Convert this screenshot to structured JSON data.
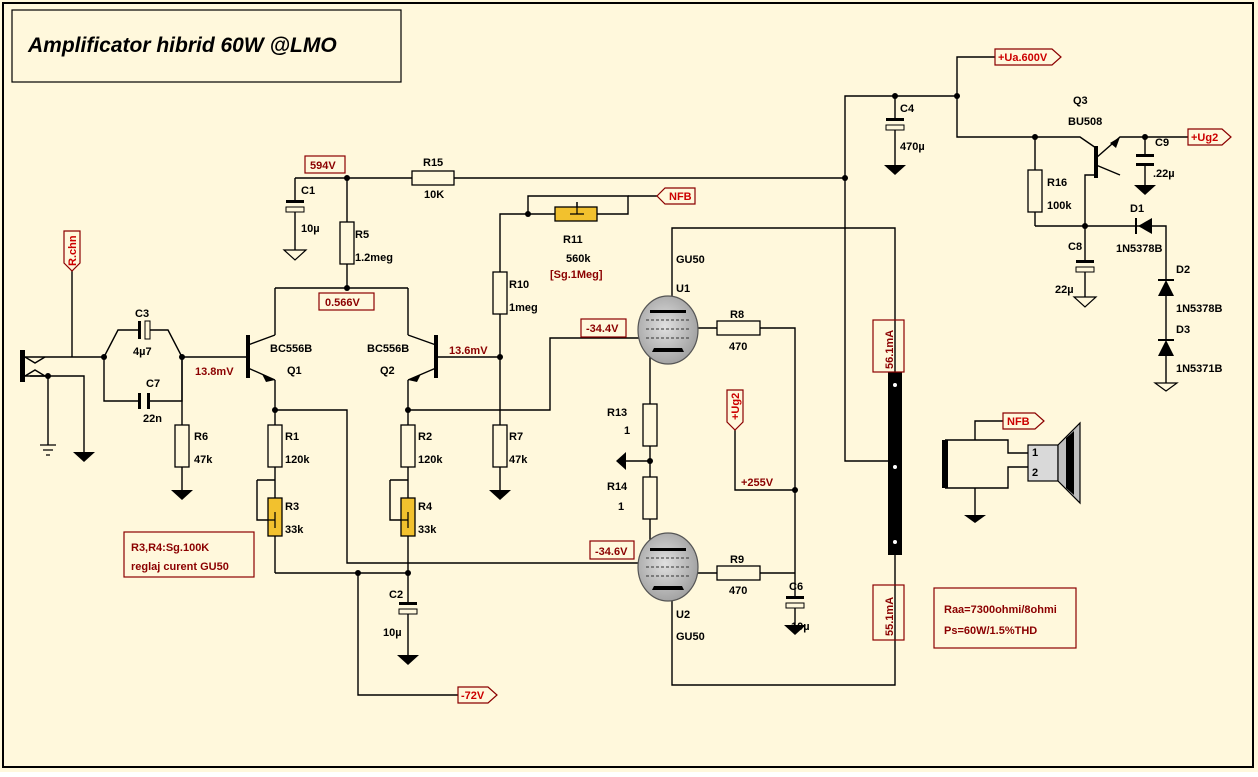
{
  "title": "Amplificator hibrid 60W  @LMO",
  "colors": {
    "background": "#fff8dc",
    "wire": "#000000",
    "label_box": "#8b0000",
    "tag_text": "#cc0000",
    "trimmer": "#f2c12e",
    "tube": "#c9c9c9"
  },
  "net_tags": {
    "ua": "+Ua.600V",
    "ug2_right": "+Ug2",
    "ug2_mid": "+Ug2",
    "nfb_top": "NFB",
    "nfb_spk": "NFB",
    "neg72": "-72V",
    "rchn": "R.chn"
  },
  "voltages": {
    "v594": "594V",
    "v0566": "0.566V",
    "vq1b": "13.8mV",
    "vq2b": "13.6mV",
    "vg1": "-34.4V",
    "vg2": "-34.6V",
    "vug2": "+255V"
  },
  "currents": {
    "i1": "56.1mA",
    "i2": "55.1mA"
  },
  "components": {
    "c1": {
      "name": "C1",
      "value": "10µ"
    },
    "c2": {
      "name": "C2",
      "value": "10µ"
    },
    "c3": {
      "name": "C3",
      "value": "4µ7"
    },
    "c4": {
      "name": "C4",
      "value": "470µ"
    },
    "c6": {
      "name": "C6",
      "value": "10µ"
    },
    "c7": {
      "name": "C7",
      "value": "22n"
    },
    "c8": {
      "name": "C8",
      "value": "22µ"
    },
    "c9": {
      "name": "C9",
      "value": ".22µ"
    },
    "r1": {
      "name": "R1",
      "value": "120k"
    },
    "r2": {
      "name": "R2",
      "value": "120k"
    },
    "r3": {
      "name": "R3",
      "value": "33k"
    },
    "r4": {
      "name": "R4",
      "value": "33k"
    },
    "r5": {
      "name": "R5",
      "value": "1.2meg"
    },
    "r6": {
      "name": "R6",
      "value": "47k"
    },
    "r7": {
      "name": "R7",
      "value": "47k"
    },
    "r8": {
      "name": "R8",
      "value": "470"
    },
    "r9": {
      "name": "R9",
      "value": "470"
    },
    "r10": {
      "name": "R10",
      "value": "1meg"
    },
    "r11": {
      "name": "R11",
      "value": "560k",
      "note": "[Sg.1Meg]"
    },
    "r13": {
      "name": "R13",
      "value": "1"
    },
    "r14": {
      "name": "R14",
      "value": "1"
    },
    "r15": {
      "name": "R15",
      "value": "10K"
    },
    "r16": {
      "name": "R16",
      "value": "100k"
    },
    "q1": {
      "name": "Q1",
      "type": "BC556B"
    },
    "q2": {
      "name": "Q2",
      "type": "BC556B"
    },
    "q3": {
      "name": "Q3",
      "type": "BU508"
    },
    "u1": {
      "name": "U1",
      "type": "GU50"
    },
    "u2": {
      "name": "U2",
      "type": "GU50"
    },
    "d1": {
      "name": "D1",
      "type": "1N5378B"
    },
    "d2": {
      "name": "D2",
      "type": "1N5378B"
    },
    "d3": {
      "name": "D3",
      "type": "1N5371B"
    }
  },
  "speaker": {
    "pin1": "1",
    "pin2": "2"
  },
  "notes": {
    "trim_line1": "R3,R4:Sg.100K",
    "trim_line2": "reglaj curent GU50",
    "spec_line1": "Raa=7300ohmi/8ohmi",
    "spec_line2": "Ps=60W/1.5%THD"
  }
}
